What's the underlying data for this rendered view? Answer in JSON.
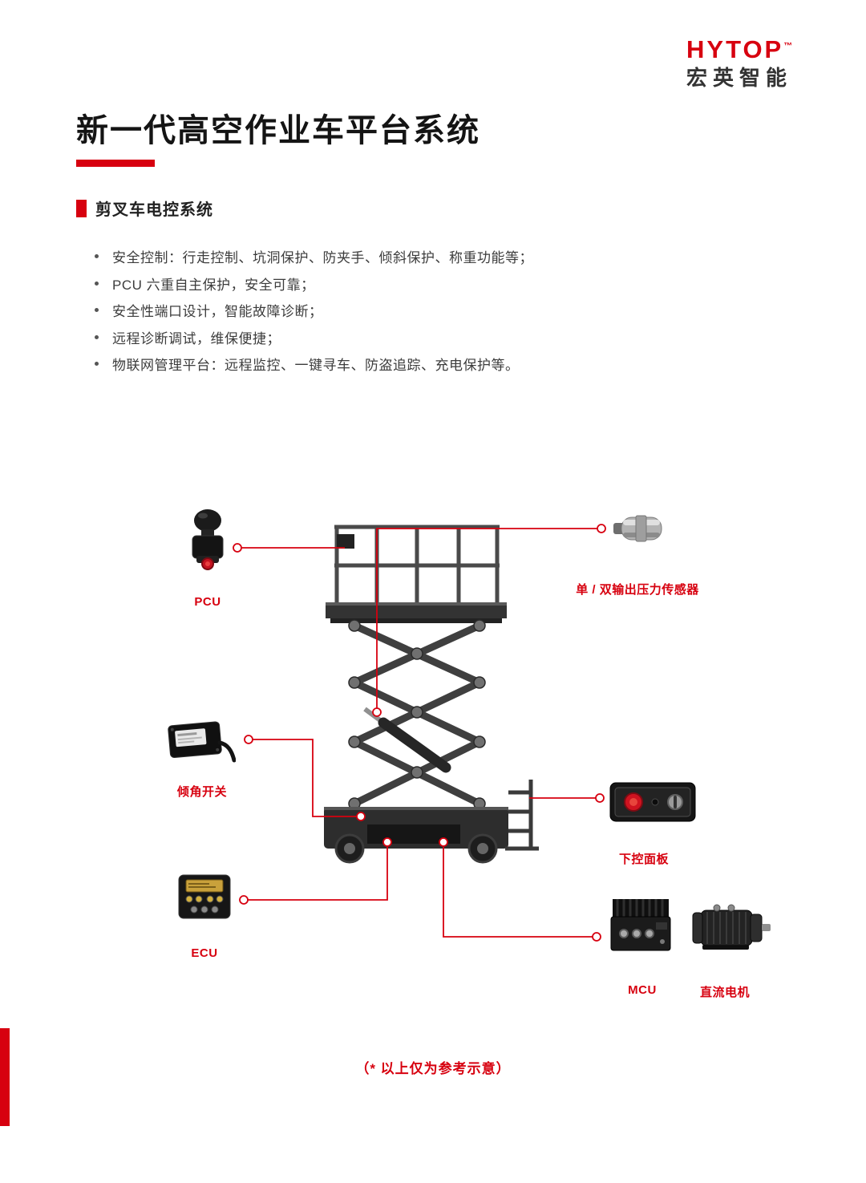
{
  "logo": {
    "brand": "HYTOP",
    "tm": "™",
    "subbrand": "宏英智能"
  },
  "title": "新一代高空作业车平台系统",
  "section": {
    "heading": "剪叉车电控系统"
  },
  "bullets": [
    "安全控制：行走控制、坑洞保护、防夹手、倾斜保护、称重功能等；",
    "PCU 六重自主保护，安全可靠；",
    "安全性端口设计，智能故障诊断；",
    "远程诊断调试，维保便捷；",
    "物联网管理平台：远程监控、一键寻车、防盗追踪、充电保护等。"
  ],
  "diagram": {
    "components": [
      {
        "id": "pcu",
        "label": "PCU"
      },
      {
        "id": "pressure-sensor",
        "label": "单 / 双输出压力传感器"
      },
      {
        "id": "tilt-switch",
        "label": "倾角开关"
      },
      {
        "id": "lower-control-panel",
        "label": "下控面板"
      },
      {
        "id": "ecu",
        "label": "ECU"
      },
      {
        "id": "mcu",
        "label": "MCU"
      },
      {
        "id": "dc-motor",
        "label": "直流电机"
      }
    ]
  },
  "footnote": "（* 以上仅为参考示意）",
  "colors": {
    "accent": "#D7000F",
    "body_text": "#3C3C3C"
  }
}
